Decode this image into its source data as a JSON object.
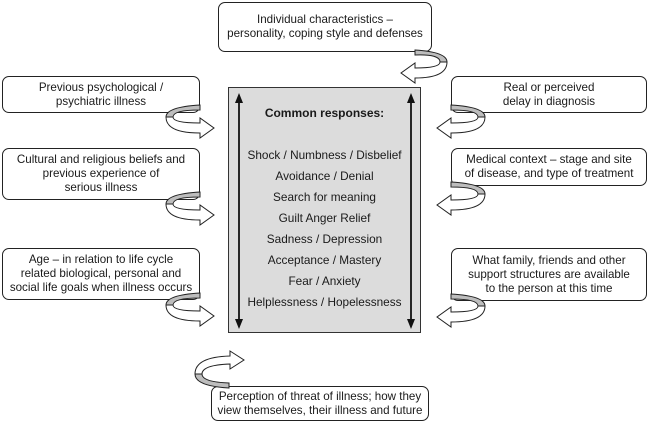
{
  "center": {
    "title": "Common responses:",
    "responses": [
      "Shock  / Numbness  / Disbelief",
      "Avoidance  / Denial",
      "Search for meaning",
      "Guilt   Anger   Relief",
      "Sadness  / Depression",
      "Acceptance / Mastery",
      "Fear / Anxiety",
      "Helplessness / Hopelessness"
    ]
  },
  "factors": {
    "top": [
      "Individual characteristics –",
      "personality, coping style and defenses"
    ],
    "left_1": [
      "Previous psychological /",
      "psychiatric illness"
    ],
    "left_2": [
      "Cultural and religious beliefs and",
      "previous experience of",
      "serious illness"
    ],
    "left_3": [
      "Age – in relation to life cycle",
      "related biological, personal and",
      "social life goals when illness occurs"
    ],
    "right_1": [
      "Real or perceived",
      "delay in diagnosis"
    ],
    "right_2": [
      "Medical context – stage and site",
      "of disease, and type of treatment"
    ],
    "right_3": [
      "What family, friends and other",
      "support structures are available",
      "to the person at this time"
    ],
    "bottom": [
      "Perception of threat of illness; how they",
      "view themselves, their illness and future"
    ]
  },
  "colors": {
    "center_fill": "#dcdcdc",
    "arrow_band": "#bdbdbd"
  }
}
